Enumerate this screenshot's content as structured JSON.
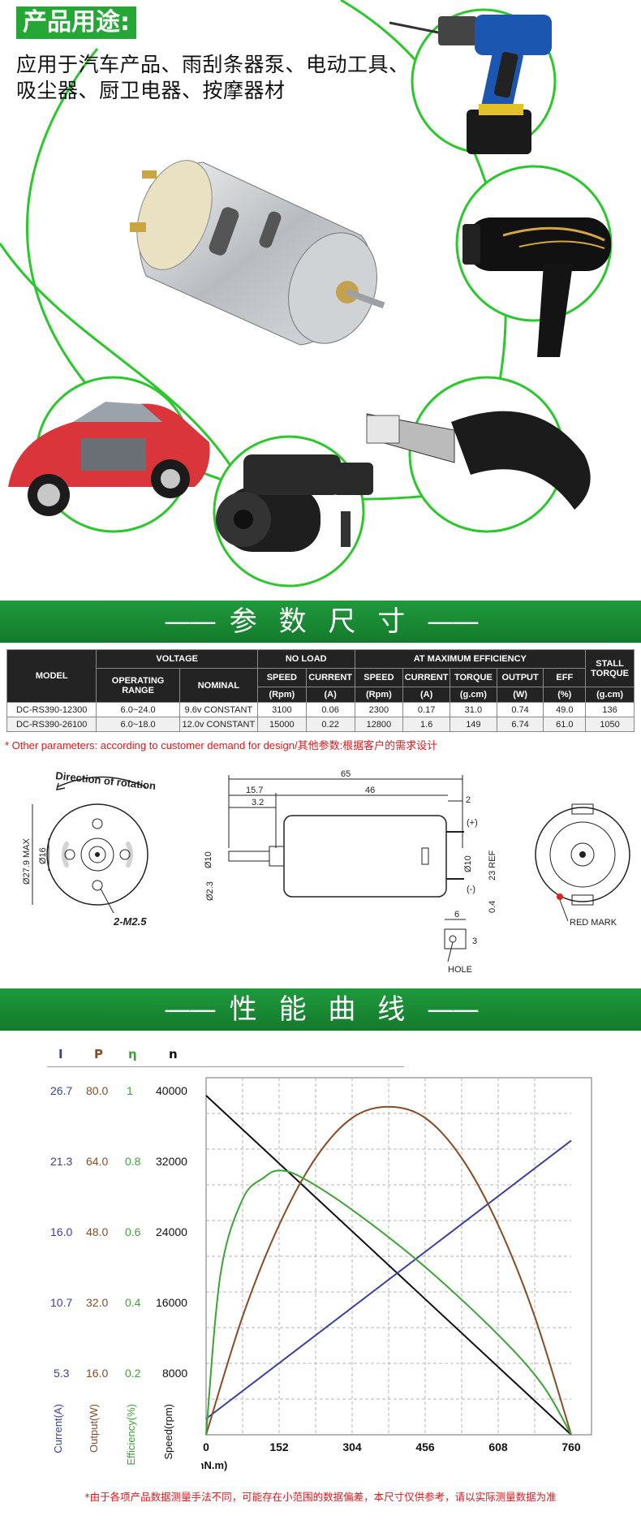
{
  "usage": {
    "title": "产品用途:",
    "line1": "应用于汽车产品、雨刮条器泵、电动工具、",
    "line2": "吸尘器、厨卫电器、按摩器材"
  },
  "banners": {
    "params": "参 数 尺 寸",
    "curves": "性 能 曲 线",
    "dash": "——"
  },
  "table": {
    "model": "MODEL",
    "voltage": "VOLTAGE",
    "operating_range": "OPERATING RANGE",
    "nominal": "NOMINAL",
    "no_load": "NO LOAD",
    "max_eff": "AT MAXIMUM EFFICIENCY",
    "stall": "STALL TORQUE",
    "speed": "SPEED",
    "current": "CURRENT",
    "torque": "TORQUE",
    "output": "OUTPUT",
    "eff": "EFF",
    "units": [
      "(Rpm)",
      "(A)",
      "(Rpm)",
      "(A)",
      "(g.cm)",
      "(W)",
      "(%)",
      "(g.cm)"
    ],
    "rows": [
      [
        "DC-RS390-12300",
        "6.0~24.0",
        "9.6v CONSTANT",
        "3100",
        "0.06",
        "2300",
        "0.17",
        "31.0",
        "0.74",
        "49.0",
        "136"
      ],
      [
        "DC-RS390-26100",
        "6.0~18.0",
        "12.0v CONSTANT",
        "15000",
        "0.22",
        "12800",
        "1.6",
        "149",
        "6.74",
        "61.0",
        "1050"
      ]
    ]
  },
  "note": "* Other parameters: according to customer demand for design/其他参数:根据客户的需求设计",
  "drawing": {
    "direction": "Direction of rotation",
    "d_max": "Ø27.9 MAX",
    "d16": "Ø16",
    "screws": "2-M2.5",
    "len65": "65",
    "len46": "46",
    "len15_7": "15.7",
    "len3_2": "3.2",
    "len2": "2",
    "d10_left": "Ø10",
    "d2_3": "Ø2.3",
    "d10_right": "Ø10",
    "ref23": "23 REF",
    "plus": "(+)",
    "minus": "(-)",
    "len0_4": "0.4",
    "len6": "6",
    "len3": "3",
    "hole": "HOLE",
    "red_mark": "RED MARK"
  },
  "curves": {
    "heads": {
      "i": "I",
      "p": "P",
      "eta": "η",
      "n": "n"
    },
    "current_ticks": [
      "26.7",
      "21.3",
      "16.0",
      "10.7",
      "5.3"
    ],
    "output_ticks": [
      "80.0",
      "64.0",
      "48.0",
      "32.0",
      "16.0"
    ],
    "eff_ticks": [
      "1",
      "0.8",
      "0.6",
      "0.4",
      "0.2"
    ],
    "speed_ticks": [
      "40000",
      "32000",
      "24000",
      "16000",
      "8000"
    ],
    "x_ticks": [
      "0",
      "152",
      "304",
      "456",
      "608",
      "760"
    ],
    "x_label": "T(mN.m)",
    "y_labels": [
      "Current(A)",
      "Output(W)",
      "Efficiency(%)",
      "Speed(rpm)"
    ],
    "colors": {
      "current": "#3b3fa0",
      "output": "#8b4a22",
      "efficiency": "#3aa533",
      "speed": "#111111"
    }
  },
  "chart_data": {
    "type": "line",
    "xlabel": "T(mN.m)",
    "xlim": [
      0,
      760
    ],
    "series": [
      {
        "name": "Speed(rpm)",
        "axis": "n",
        "ylim": [
          0,
          40000
        ],
        "x": [
          0,
          760
        ],
        "y": [
          38000,
          0
        ]
      },
      {
        "name": "Current(A)",
        "axis": "I",
        "ylim": [
          0,
          26.7
        ],
        "x": [
          0,
          760
        ],
        "y": [
          1.2,
          22.0
        ]
      },
      {
        "name": "Output(W)",
        "axis": "P",
        "ylim": [
          0,
          80.0
        ],
        "x": [
          0,
          76,
          152,
          228,
          304,
          380,
          456,
          532,
          608,
          684,
          760
        ],
        "y": [
          0,
          26.5,
          47,
          62,
          71,
          73.5,
          71,
          62,
          47,
          26.5,
          0
        ]
      },
      {
        "name": "Efficiency(%)",
        "axis": "η",
        "ylim": [
          0,
          1
        ],
        "x": [
          0,
          30,
          76,
          120,
          152,
          200,
          304,
          456,
          608,
          700,
          760
        ],
        "y": [
          0,
          0.45,
          0.66,
          0.72,
          0.74,
          0.72,
          0.63,
          0.47,
          0.28,
          0.14,
          0
        ]
      }
    ]
  }
}
